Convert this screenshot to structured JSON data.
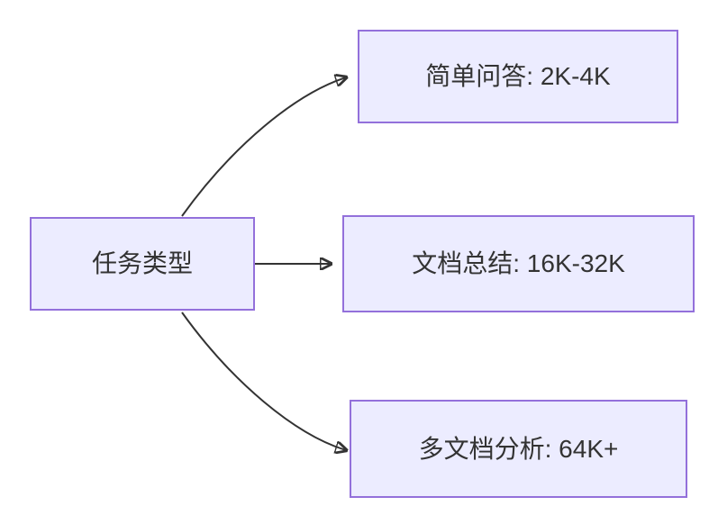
{
  "diagram": {
    "type": "flowchart",
    "direction": "left-to-right",
    "root": {
      "label": "任务类型"
    },
    "children": [
      {
        "label": "简单问答: 2K-4K"
      },
      {
        "label": "文档总结: 16K-32K"
      },
      {
        "label": "多文档分析: 64K+"
      }
    ],
    "edges": [
      {
        "from": "任务类型",
        "to": "简单问答: 2K-4K"
      },
      {
        "from": "任务类型",
        "to": "文档总结: 16K-32K"
      },
      {
        "from": "任务类型",
        "to": "多文档分析: 64K+"
      }
    ],
    "colors": {
      "node_fill": "#ECECFF",
      "node_border": "#9370DB",
      "edge_color": "#333333",
      "text_color": "#333333",
      "canvas_bg": "#FFFFFF"
    }
  }
}
